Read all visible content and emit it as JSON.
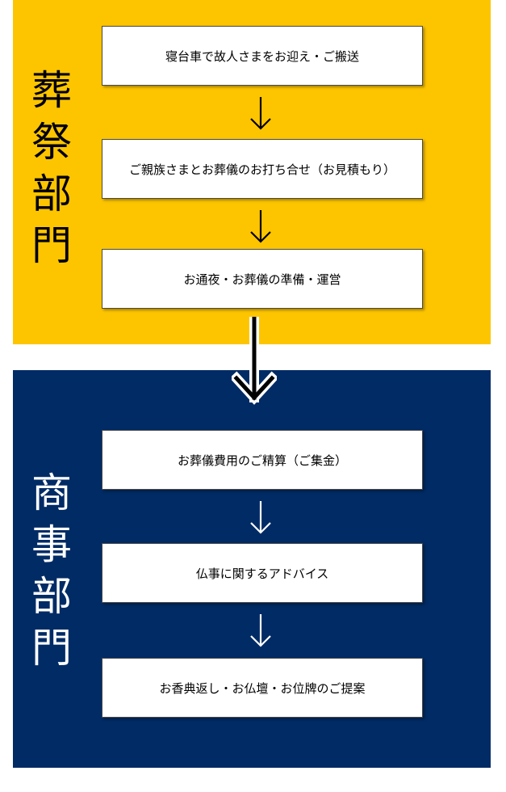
{
  "colors": {
    "funeral_bg": "#FDC500",
    "commerce_bg": "#012B65",
    "funeral_label": "#000000",
    "commerce_label": "#FFFFFF",
    "box_bg": "#FFFFFF"
  },
  "funeral": {
    "label_chars": [
      "葬",
      "祭",
      "部",
      "門"
    ],
    "steps": [
      "寝台車で故人さまをお迎え・ご搬送",
      "ご親族さまとお葬儀のお打ち合せ（お見積もり）",
      "お通夜・お葬儀の準備・運営"
    ]
  },
  "commerce": {
    "label_chars": [
      "商",
      "事",
      "部",
      "門"
    ],
    "steps": [
      "お葬儀費用のご精算（ご集金）",
      "仏事に関するアドバイス",
      "お香典返し・お仏壇・お位牌のご提案"
    ]
  },
  "icons": {
    "step_arrow": "down-arrow-icon",
    "section_arrow": "bold-down-arrow-icon"
  }
}
